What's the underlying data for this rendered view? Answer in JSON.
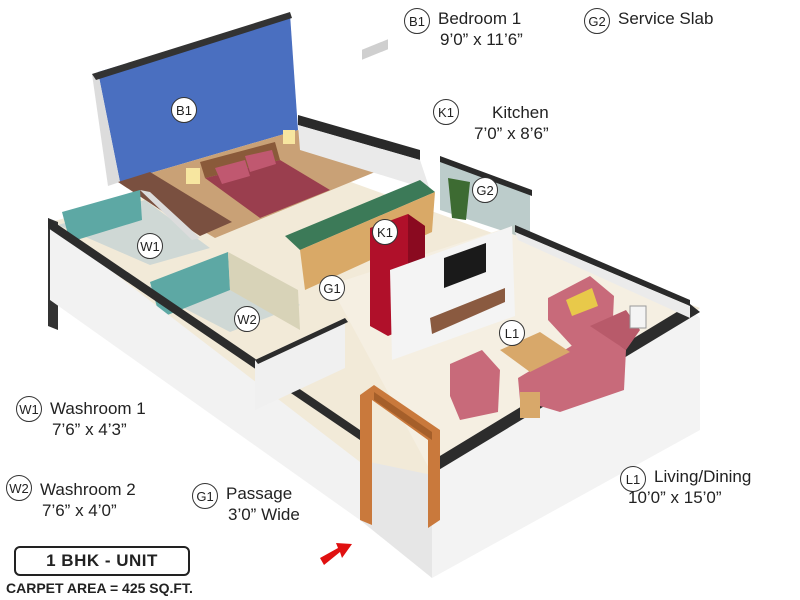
{
  "legend": [
    {
      "code": "B1",
      "name": "Bedroom 1",
      "size": "9’0” x 11’6”"
    },
    {
      "code": "G2",
      "name": "Service Slab",
      "size": ""
    },
    {
      "code": "K1",
      "name": "Kitchen",
      "size": "7’0” x 8’6”"
    },
    {
      "code": "W1",
      "name": "Washroom 1",
      "size": "7’6” x 4’3”"
    },
    {
      "code": "W2",
      "name": "Washroom 2",
      "size": "7’6” x 4’0”"
    },
    {
      "code": "G1",
      "name": "Passage",
      "size": "3’0” Wide"
    },
    {
      "code": "L1",
      "name": "Living/Dining",
      "size": "10’0” x 15’0”"
    }
  ],
  "markers": [
    "B1",
    "K1",
    "G2",
    "W1",
    "W2",
    "G1",
    "K1",
    "L1"
  ],
  "unit": {
    "title": "1 BHK - UNIT",
    "carpet_area": "CARPET AREA = 425 SQ.FT."
  },
  "colors": {
    "accent_wall": "#4a6fc0",
    "floor": "#f2ead8",
    "wall": "#f4f4f4",
    "kitchen_counter": "#3c7a58",
    "fridge": "#b0102a",
    "sofa": "#c86a7a",
    "door_frame": "#c9793c",
    "entry_arrow": "#e01010"
  }
}
